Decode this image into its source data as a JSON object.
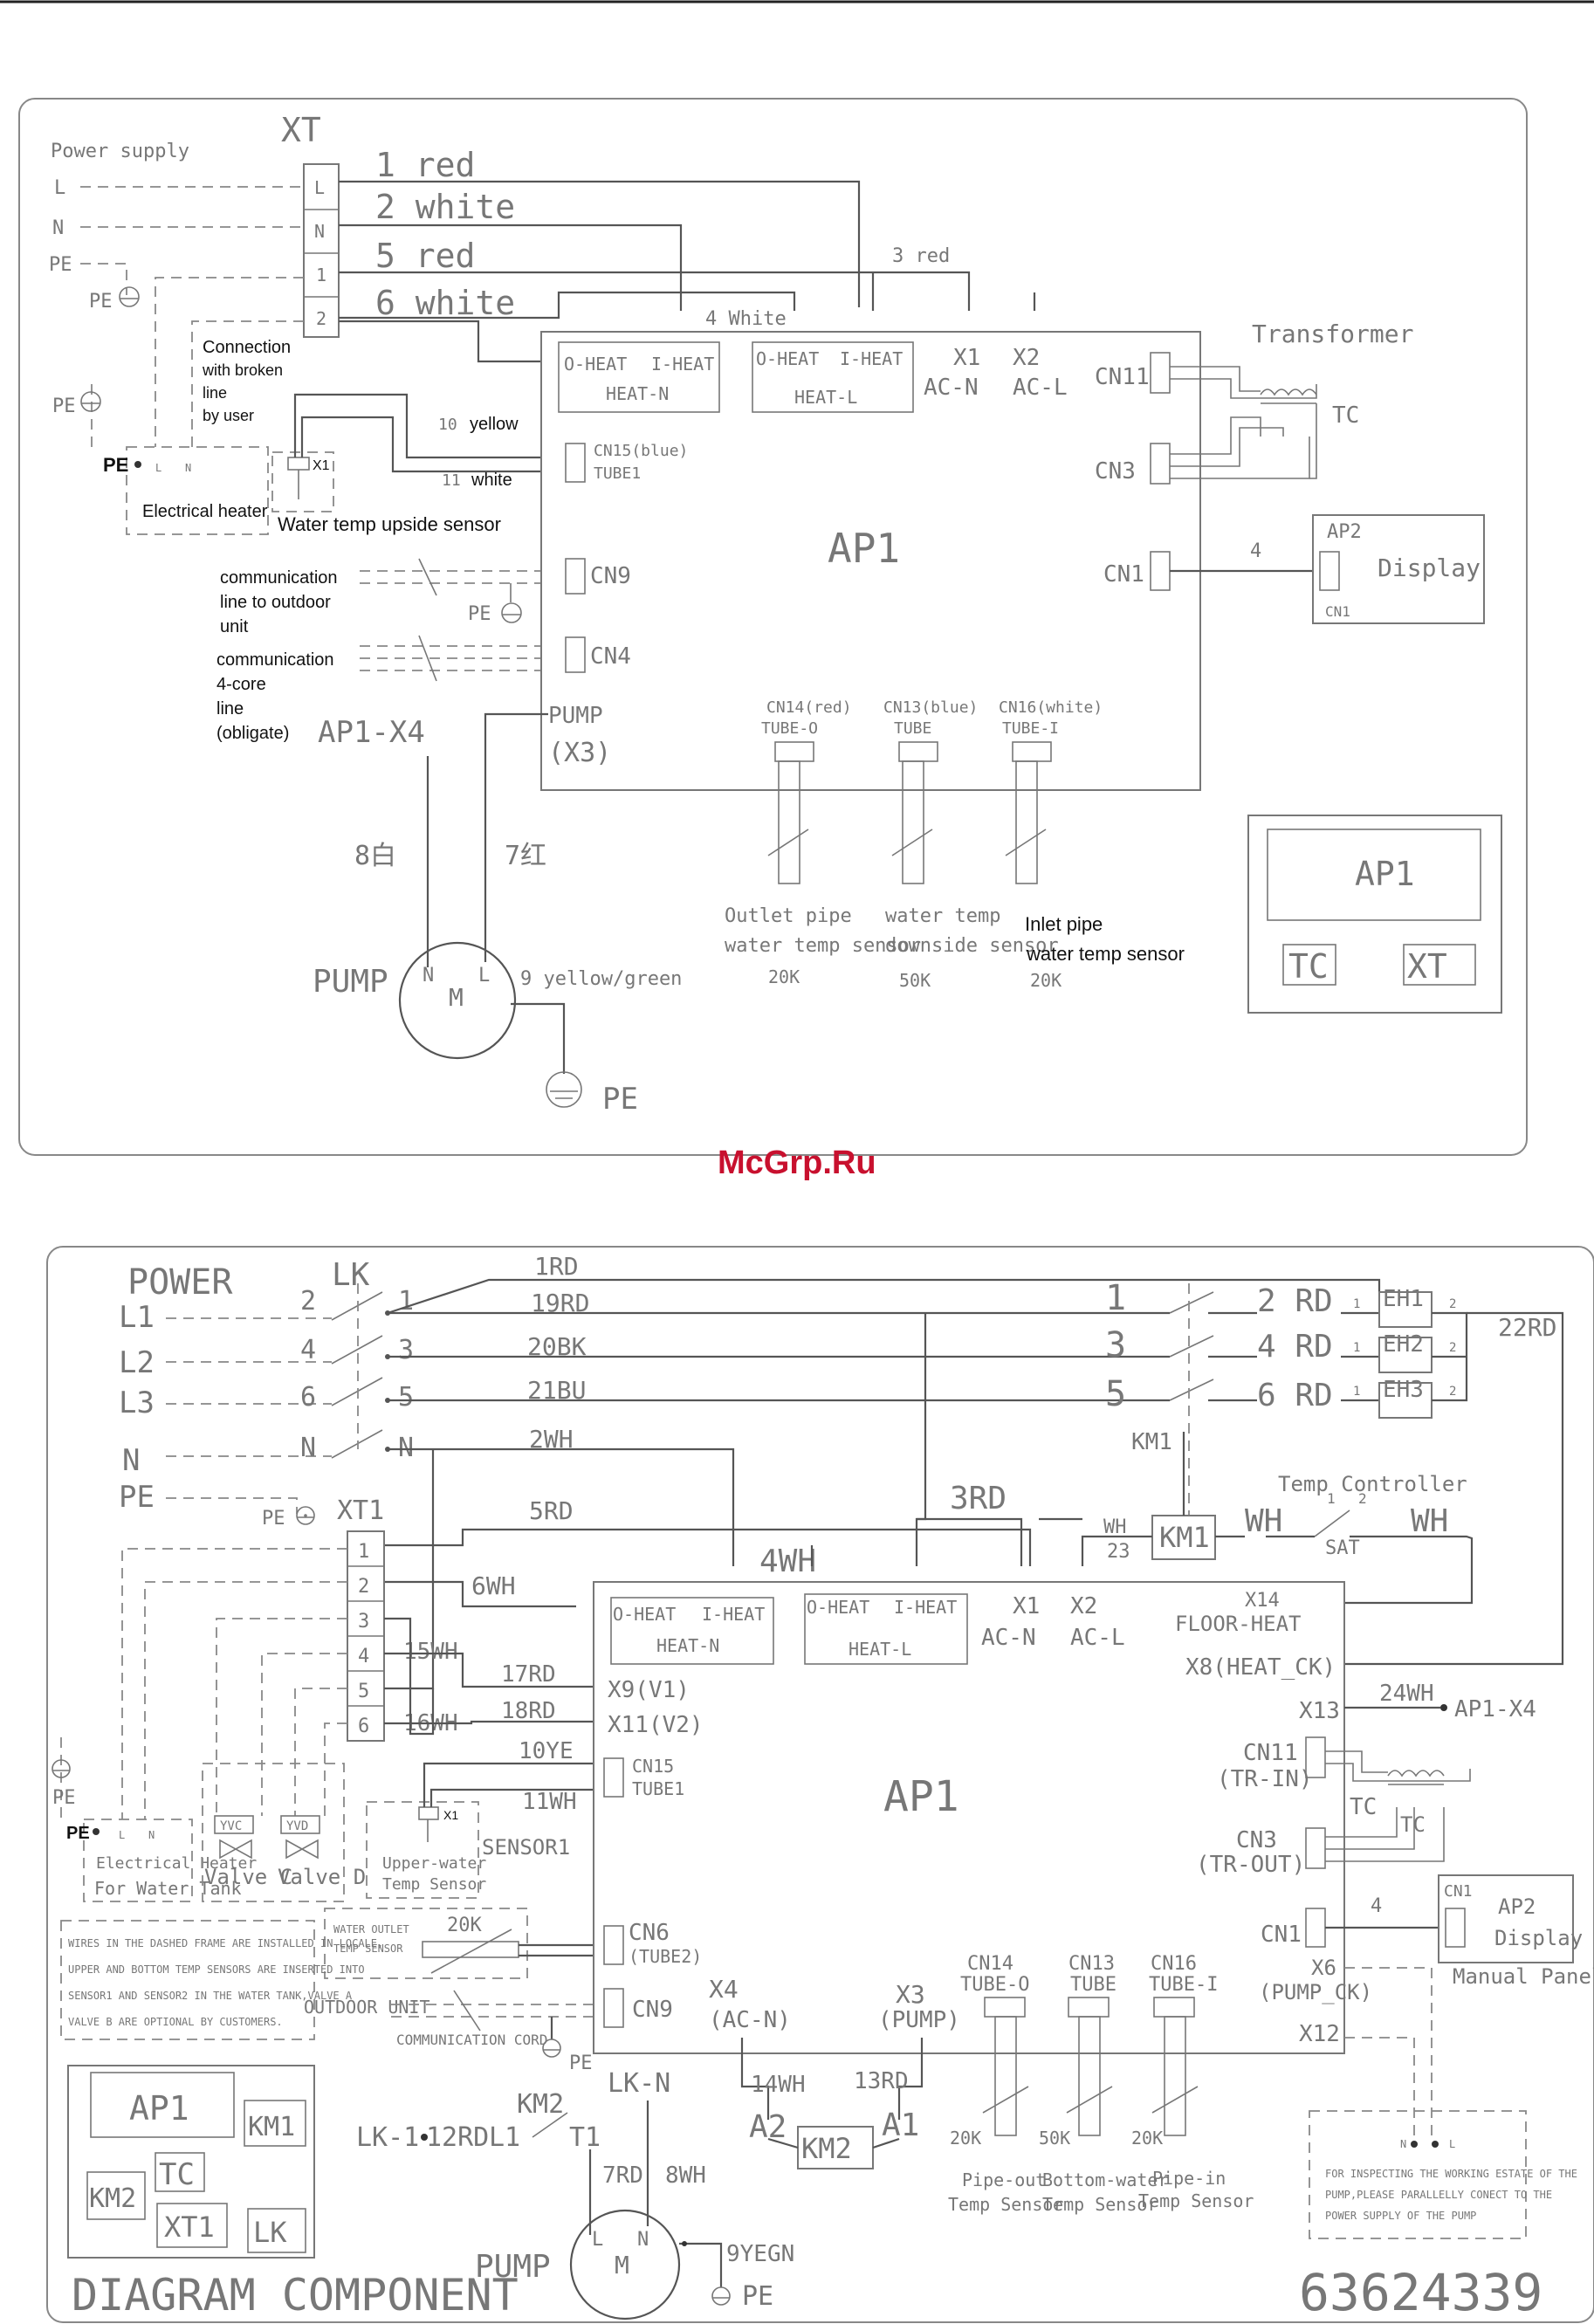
{
  "watermark": "McGrp.Ru",
  "diagram_top": {
    "power_supply": "Power supply",
    "lines": [
      "L",
      "N",
      "PE"
    ],
    "xt": "XT",
    "xt_terms": [
      "L",
      "N",
      "1",
      "2"
    ],
    "wires": [
      "1 red",
      "2 white",
      "5 red",
      "6 white",
      "3 red",
      "4 White"
    ],
    "pe_labels": [
      "PE",
      "PE",
      "PE",
      "PE",
      "PE"
    ],
    "connection_note": [
      "Connection",
      "with broken",
      "line",
      "by user"
    ],
    "heater_terms": [
      "L",
      "N"
    ],
    "electrical_heater": "Electrical heater",
    "x1": "X1",
    "sensor_wires": [
      "10",
      "yellow",
      "11",
      "white"
    ],
    "water_temp_upside": "Water temp upside sensor",
    "comm_outdoor": [
      "communication",
      "line to outdoor",
      "unit"
    ],
    "comm_4core": [
      "communication",
      "4-core",
      "line",
      "(obligate)"
    ],
    "ap1_x4": "AP1-X4",
    "pump_wires": [
      "8白",
      "7红"
    ],
    "pump": "PUMP",
    "pump_nm": [
      "N",
      "M",
      "L"
    ],
    "pump_pe_wire": "9 yellow/green",
    "ap1": {
      "label": "AP1",
      "heat_n": [
        "O-HEAT",
        "I-HEAT",
        "HEAT-N"
      ],
      "heat_l": [
        "O-HEAT",
        "I-HEAT",
        "HEAT-L"
      ],
      "x1": [
        "X1",
        "AC-N"
      ],
      "x2": [
        "X2",
        "AC-L"
      ],
      "cn15": [
        "CN15(blue)",
        "TUBE1"
      ],
      "cn9": "CN9",
      "cn4": "CN4",
      "pump_x3": [
        "PUMP",
        "(X3)"
      ],
      "cn14": [
        "CN14(red)",
        "TUBE-O"
      ],
      "cn13": [
        "CN13(blue)",
        "TUBE"
      ],
      "cn16": [
        "CN16(white)",
        "TUBE-I"
      ],
      "cn11": "CN11",
      "cn3": "CN3",
      "cn1": "CN1"
    },
    "transformer": "Transformer",
    "tc": "TC",
    "display_wire": "4",
    "ap2": "AP2",
    "display": "Display",
    "ap2_cn1": "CN1",
    "sensors": [
      {
        "l1": "Outlet pipe",
        "l2": "water temp sensor",
        "r": "20K"
      },
      {
        "l1": "water temp",
        "l2": "downside sensor",
        "r": "50K"
      },
      {
        "l1": "Inlet pipe",
        "l2": "water temp sensor",
        "r": "20K"
      }
    ],
    "legend": [
      "AP1",
      "TC",
      "XT"
    ]
  },
  "diagram_bottom": {
    "power": "POWER",
    "lk": "LK",
    "lines": [
      "L1",
      "L2",
      "L3",
      "N",
      "PE"
    ],
    "lk_in": [
      "2",
      "4",
      "6",
      "N"
    ],
    "lk_out": [
      "1",
      "3",
      "5",
      "N"
    ],
    "wires_top": [
      "1RD",
      "19RD",
      "20BK",
      "21BU",
      "2WH"
    ],
    "km1_contacts": [
      "1",
      "3",
      "5"
    ],
    "heater_wires": [
      "2 RD",
      "4 RD",
      "6 RD"
    ],
    "eh": [
      "EH1",
      "EH2",
      "EH3"
    ],
    "eh_terms": [
      "1",
      "2"
    ],
    "rd22": "22RD",
    "km1": "KM1",
    "temp_controller": "Temp Controller",
    "wh": [
      "WH",
      "WH"
    ],
    "sat": "SAT",
    "tc_terms": [
      "1",
      "2"
    ],
    "wh23": [
      "WH",
      "23"
    ],
    "km1_coil": "KM1",
    "wire_3rd": "3RD",
    "wire_4wh": "4WH",
    "wire_5rd": "5RD",
    "wire_6wh": "6WH",
    "pe": "PE",
    "xt1": "XT1",
    "xt1_terms": [
      "1",
      "2",
      "3",
      "4",
      "5",
      "6"
    ],
    "side_wires": [
      "15WH",
      "17RD",
      "18RD",
      "16WH",
      "10YE",
      "11WH",
      "24WH"
    ],
    "heater_box": [
      "Electrical Heater",
      "For Water Tank"
    ],
    "heater_terms": [
      "L",
      "N"
    ],
    "yv": [
      "YVC",
      "YVD"
    ],
    "valves": [
      "Valve C",
      "Valve D"
    ],
    "sensor1": "SENSOR1",
    "x1": "X1",
    "upper_sensor": [
      "Upper-water",
      "Temp Sensor"
    ],
    "outlet_box": [
      "WATER OUTLET",
      "TEMP SENSOR"
    ],
    "outlet_r": "20K",
    "note": [
      "WIRES IN THE DASHED FRAME ARE INSTALLED IN LOCALE,",
      "UPPER AND BOTTOM TEMP SENSORS ARE INSERTED INTO",
      "SENSOR1 AND SENSOR2 IN THE WATER TANK,VALVE A",
      "VALVE B ARE OPTIONAL BY CUSTOMERS."
    ],
    "outdoor_unit": "OUTDOOR UNIT",
    "comm_cord": "COMMUNICATION CORD",
    "ap1": {
      "label": "AP1",
      "heat_n": [
        "O-HEAT",
        "I-HEAT",
        "HEAT-N"
      ],
      "heat_l": [
        "O-HEAT",
        "I-HEAT",
        "HEAT-L"
      ],
      "x1": [
        "X1",
        "AC-N"
      ],
      "x2": [
        "X2",
        "AC-L"
      ],
      "x14": [
        "X14",
        "FLOOR-HEAT"
      ],
      "x8": "X8(HEAT_CK)",
      "x13": "X13",
      "x9": "X9(V1)",
      "x11": "X11(V2)",
      "cn15": [
        "CN15",
        "TUBE1"
      ],
      "cn6": [
        "CN6",
        "(TUBE2)"
      ],
      "cn9": "CN9",
      "x4": [
        "X4",
        "(AC-N)"
      ],
      "x3": [
        "X3",
        "(PUMP)"
      ],
      "cn14": [
        "CN14",
        "TUBE-O"
      ],
      "cn13": [
        "CN13",
        "TUBE"
      ],
      "cn16": [
        "CN16",
        "TUBE-I"
      ],
      "cn11": [
        "CN11",
        "(TR-IN)"
      ],
      "cn3": [
        "CN3",
        "(TR-OUT)"
      ],
      "cn1": "CN1",
      "x6": [
        "X6",
        "(PUMP_CK)"
      ],
      "x12": "X12"
    },
    "ap1_x4": "AP1-X4",
    "tc": "TC",
    "display_wire": "4",
    "ap2": [
      "AP2",
      "Display"
    ],
    "ap2_cn1": "CN1",
    "manual_panel": "Manual Panel",
    "inspect_note": [
      "FOR INSPECTING THE WORKING ESTATE OF THE",
      "PUMP,PLEASE PARALLELLY CONECT TO THE",
      "POWER SUPPLY OF THE PUMP"
    ],
    "inspect_terms": [
      "N",
      "L"
    ],
    "km2_wires": [
      "14WH",
      "13RD"
    ],
    "km2": "KM2",
    "a": [
      "A2",
      "A1"
    ],
    "pump_contactor": [
      "KM2",
      "LK-N",
      "LK-1",
      "12RD",
      "L1",
      "T1",
      "7RD",
      "8WH"
    ],
    "pump": "PUMP",
    "pump_nm": [
      "L",
      "N",
      "M"
    ],
    "pump_pe": [
      "9YEGN",
      "PE"
    ],
    "sensors": [
      {
        "r": "20K",
        "l1": "Pipe-out",
        "l2": "Temp Sensor"
      },
      {
        "r": "50K",
        "l1": "Bottom-water",
        "l2": "Temp Sensor"
      },
      {
        "r": "20K",
        "l1": "Pipe-in",
        "l2": "Temp Sensor"
      }
    ],
    "components": [
      "AP1",
      "KM1",
      "TC",
      "KM2",
      "XT1",
      "LK"
    ],
    "diagram_component": "DIAGRAM COMPONENT",
    "code": "63624339"
  }
}
